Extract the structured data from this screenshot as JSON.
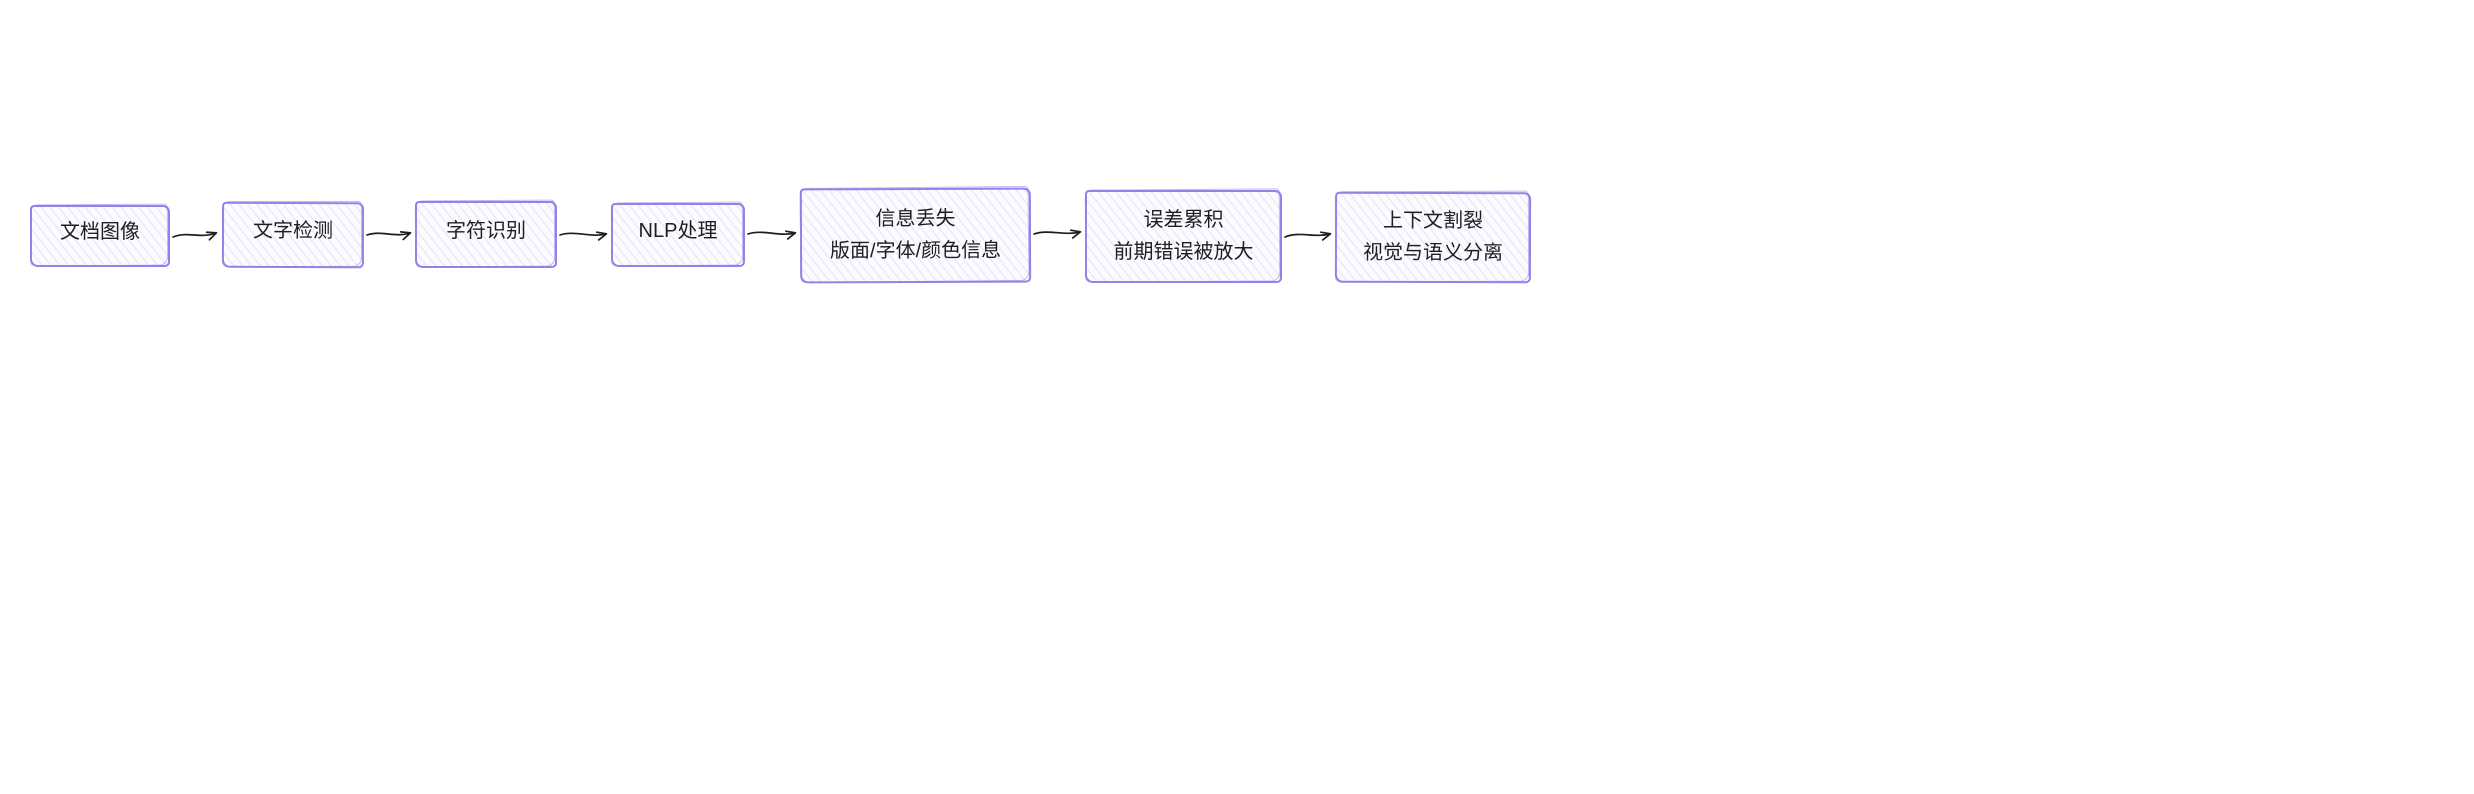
{
  "canvas": {
    "background_color": "#ffffff",
    "stroke_color": "#1e1e1e",
    "accent_color": "#8f84e8"
  },
  "diagram": {
    "type": "flowchart",
    "direction": "left-to-right",
    "nodes": [
      {
        "id": "doc-image",
        "line1": "文档图像",
        "line2": ""
      },
      {
        "id": "text-detection",
        "line1": "文字检测",
        "line2": ""
      },
      {
        "id": "char-recognition",
        "line1": "字符识别",
        "line2": ""
      },
      {
        "id": "nlp-processing",
        "line1": "NLP处理",
        "line2": ""
      },
      {
        "id": "info-loss",
        "line1": "信息丢失",
        "line2": "版面/字体/颜色信息"
      },
      {
        "id": "error-accumulation",
        "line1": "误差累积",
        "line2": "前期错误被放大"
      },
      {
        "id": "context-split",
        "line1": "上下文割裂",
        "line2": "视觉与语义分离"
      }
    ],
    "edges": [
      {
        "from": "doc-image",
        "to": "text-detection"
      },
      {
        "from": "text-detection",
        "to": "char-recognition"
      },
      {
        "from": "char-recognition",
        "to": "nlp-processing"
      },
      {
        "from": "nlp-processing",
        "to": "info-loss"
      },
      {
        "from": "info-loss",
        "to": "error-accumulation"
      },
      {
        "from": "error-accumulation",
        "to": "context-split"
      }
    ]
  }
}
